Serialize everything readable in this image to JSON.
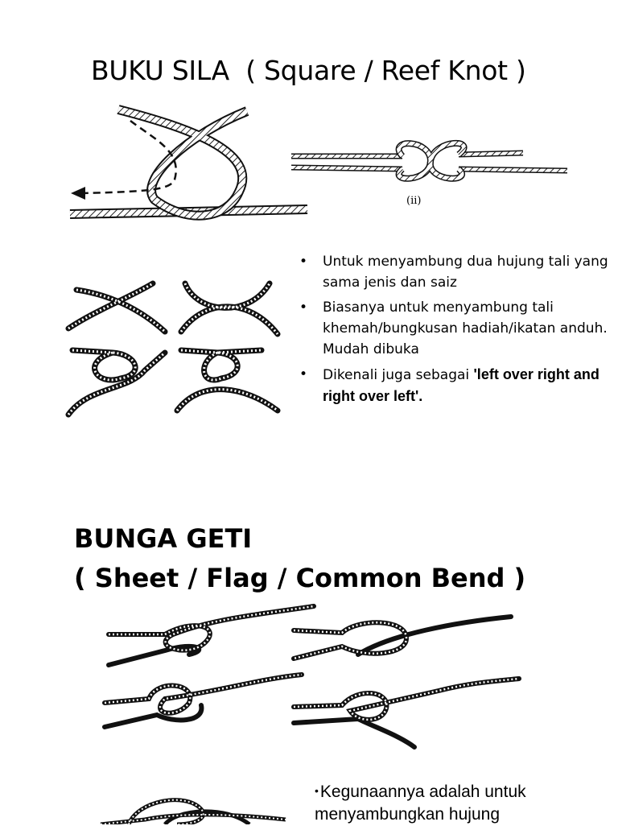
{
  "section1": {
    "title": "BUKU SILA  ( Square / Reef Knot )",
    "figure_label": "(ii)",
    "bullets": [
      {
        "text": "Untuk menyambung dua hujung tali yang sama jenis dan saiz"
      },
      {
        "text": "Biasanya untuk menyambung tali khemah/bungkusan hadiah/ikatan anduh. Mudah dibuka"
      },
      {
        "text": "Dikenali juga sebagai ",
        "bold": "'left over right and right over left'."
      }
    ]
  },
  "section2": {
    "title_line1": "BUNGA GETI",
    "title_line2": "( Sheet / Flag / Common Bend )",
    "bullet": "Kegunaannya adalah untuk menyambungkan hujung"
  }
}
